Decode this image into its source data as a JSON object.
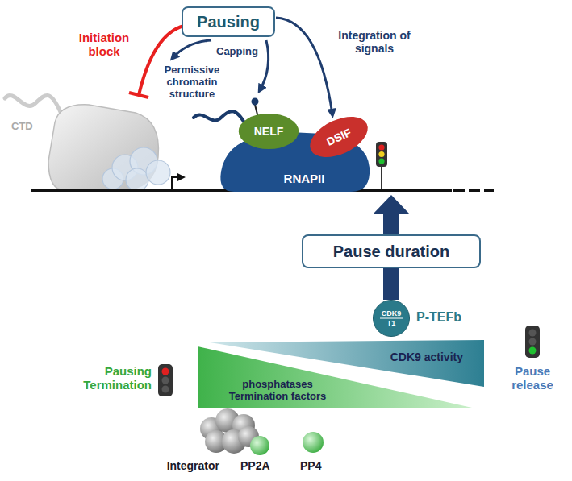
{
  "diagram": {
    "nodes": [
      {
        "text": [
          "Pausing"
        ]
      },
      {
        "text": [
          "RNAPII"
        ]
      },
      {
        "text": [
          "NELF"
        ]
      },
      {
        "text": [
          "DSIF"
        ]
      },
      {
        "text": [
          "Pause duration"
        ]
      },
      {
        "text": [
          "CDK9",
          "T1",
          "P-TEFb"
        ]
      },
      {
        "text": [
          "CDK9 activity"
        ]
      },
      {
        "text": [
          "phosphatases Termination factors"
        ]
      }
    ],
    "labels": [
      "Initiation block",
      "Permissive chromatin structure",
      "Capping",
      "Integration of signals",
      "CTD",
      "Pausing Termination",
      "Pause release",
      "Integrator",
      "PP2A",
      "PP4"
    ]
  }
}
